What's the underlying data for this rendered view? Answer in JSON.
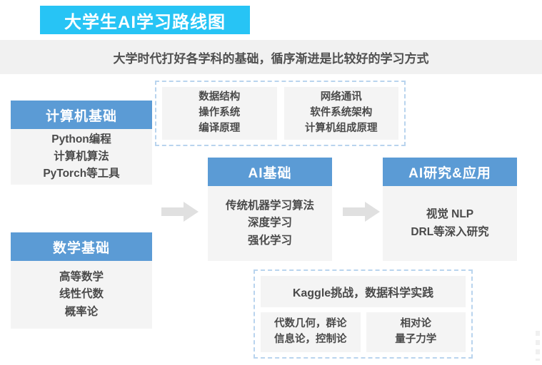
{
  "header": {
    "title": "大学生AI学习路线图",
    "title_bg": "#27c4f5",
    "subtitle": "大学时代打好各学科的基础，循序渐进是比较好的学习方式",
    "subtitle_bg": "#f1f1f1"
  },
  "theme": {
    "card_header_bg": "#5b9bd5",
    "card_body_bg": "#f4f4f4",
    "dashed_border": "#b9d4ee",
    "arrow_fill": "#e0e0e0",
    "text_color": "#4a4a4a"
  },
  "cards": {
    "cs_basics": {
      "title": "计算机基础",
      "lines": [
        "Python编程",
        "计算机算法",
        "PyTorch等工具"
      ]
    },
    "math_basics": {
      "title": "数学基础",
      "lines": [
        "高等数学",
        "线性代数",
        "概率论"
      ]
    },
    "ai_basics": {
      "title": "AI基础",
      "lines": [
        "传统机器学习算法",
        "深度学习",
        "强化学习"
      ]
    },
    "ai_research": {
      "title": "AI研究&应用",
      "lines": [
        "视觉  NLP",
        "DRL等深入研究"
      ]
    }
  },
  "cs_topics": {
    "box_left": {
      "lines": [
        "数据结构",
        "操作系统",
        "编译原理"
      ]
    },
    "box_right": {
      "lines": [
        "网络通讯",
        "软件系统架构",
        "计算机组成原理"
      ]
    }
  },
  "practice": {
    "headline": "Kaggle挑战，数据科学实践",
    "box_left": {
      "lines": [
        "代数几何，群论",
        "信息论，控制论"
      ]
    },
    "box_right": {
      "lines": [
        "相对论",
        "量子力学"
      ]
    }
  },
  "arrows": {
    "arrow_1_label": "right-arrow",
    "arrow_2_label": "right-arrow"
  }
}
